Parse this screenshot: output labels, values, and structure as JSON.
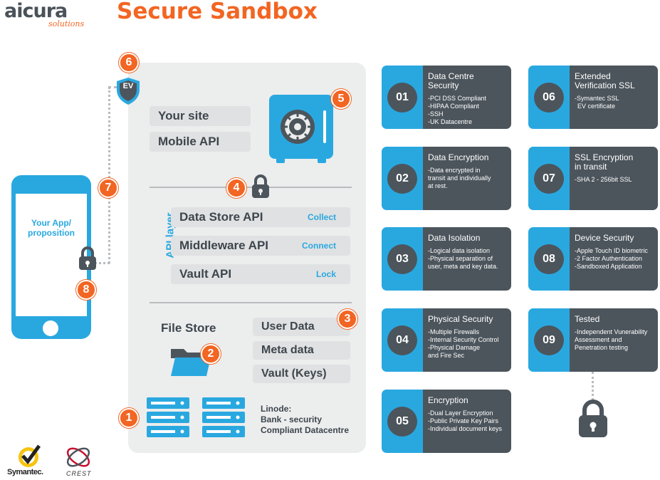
{
  "header": {
    "logo_name": "aicura",
    "logo_sub": "solutions",
    "title": "Secure Sandbox"
  },
  "phone": {
    "label": "Your App/\nproposition"
  },
  "site": {
    "your_site": "Your site",
    "mobile_api": "Mobile API"
  },
  "api_layer": {
    "label": "API layer",
    "rows": [
      {
        "name": "Data Store API",
        "tag": "Collect"
      },
      {
        "name": "Middleware API",
        "tag": "Connect"
      },
      {
        "name": "Vault API",
        "tag": "Lock"
      }
    ]
  },
  "storage": {
    "file_store": "File Store",
    "items": [
      "User Data",
      "Meta data",
      "Vault (Keys)"
    ],
    "linode": [
      "Linode:",
      "Bank - security",
      "Compliant Datacentre"
    ]
  },
  "badges": [
    "1",
    "2",
    "3",
    "4",
    "5",
    "6",
    "7",
    "8"
  ],
  "ev_label": "EV",
  "cards": [
    {
      "num": "01",
      "title": "Data Centre Security",
      "lines": [
        "-PCI DSS Compliant",
        "-HIPAA Compliant",
        "-SSH",
        "-UK Datacentre"
      ]
    },
    {
      "num": "02",
      "title": "Data Encryption",
      "lines": [
        "-Data encrypted in",
        "transit and individually",
        "at rest."
      ]
    },
    {
      "num": "03",
      "title": "Data Isolation",
      "lines": [
        "-Logical data isolation",
        "-Physical separation of",
        "user, meta and key data."
      ]
    },
    {
      "num": "04",
      "title": "Physical Security",
      "lines": [
        "-Multiple Firewalls",
        "-Internal Security Control",
        "-Physical Damage",
        "and Fire Sec"
      ]
    },
    {
      "num": "05",
      "title": "Encryption",
      "lines": [
        "-Dual Layer Encryption",
        "-Public Private Key Pairs",
        "-Individual document keys"
      ]
    },
    {
      "num": "06",
      "title": "Extended\nVerification SSL",
      "lines": [
        "-Symantec SSL",
        "EV certificate"
      ]
    },
    {
      "num": "07",
      "title": "SSL Encryption\nin transit",
      "lines": [
        "-SHA 2 - 256bit SSL"
      ]
    },
    {
      "num": "08",
      "title": "Device Security",
      "lines": [
        "-Apple Touch ID biometric",
        "-2 Factor Authentication",
        "-Sandboxed Application"
      ]
    },
    {
      "num": "09",
      "title": "Tested",
      "lines": [
        "-Independent Vunerability",
        "Assessment and",
        "Penetration testing"
      ]
    }
  ],
  "footer": {
    "symantec": "Symantec.",
    "crest": "CREST"
  },
  "colors": {
    "orange": "#f26522",
    "blue": "#29a8e0",
    "dark": "#4c555c",
    "panel": "#eceded"
  }
}
